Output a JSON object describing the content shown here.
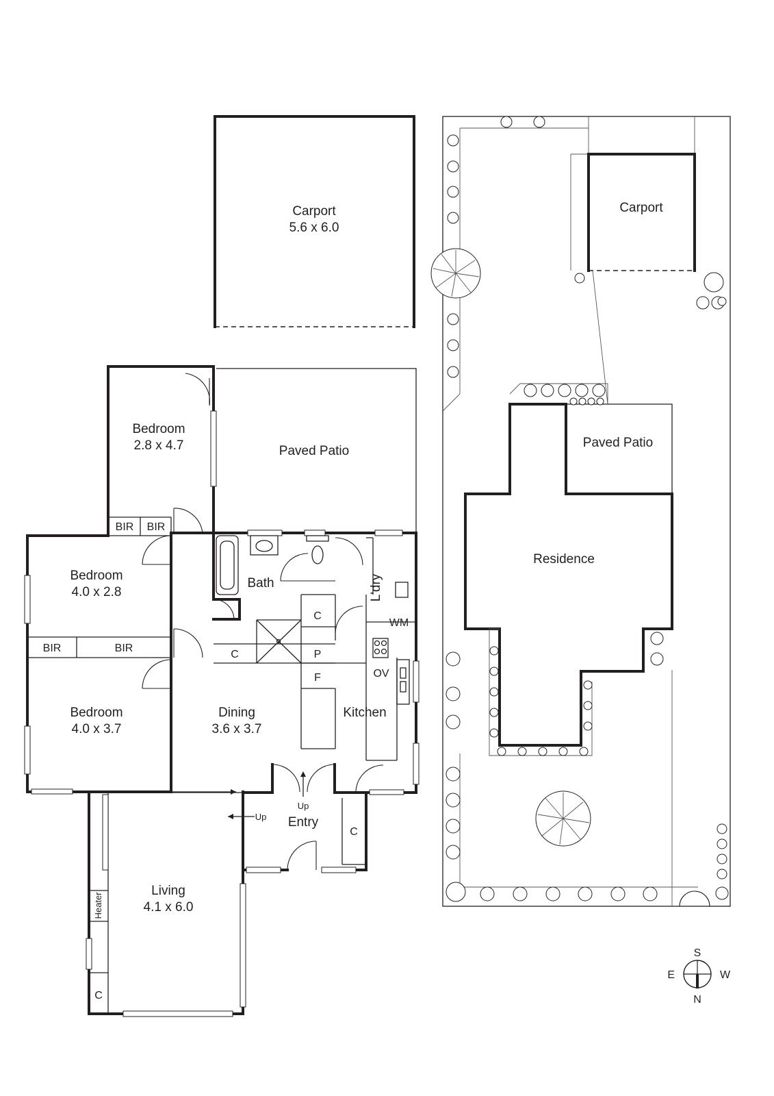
{
  "floor_plan": {
    "rooms": {
      "carport": {
        "name": "Carport",
        "size": "5.6 x 6.0"
      },
      "bedroom1": {
        "name": "Bedroom",
        "size": "2.8 x 4.7"
      },
      "paved_patio": {
        "name": "Paved Patio"
      },
      "bedroom2": {
        "name": "Bedroom",
        "size": "4.0 x 2.8"
      },
      "bedroom3": {
        "name": "Bedroom",
        "size": "4.0 x 3.7"
      },
      "bath": {
        "name": "Bath"
      },
      "laundry": {
        "name": "L'dry"
      },
      "dining": {
        "name": "Dining",
        "size": "3.6 x 3.7"
      },
      "kitchen": {
        "name": "Kitchen"
      },
      "entry": {
        "name": "Entry"
      },
      "living": {
        "name": "Living",
        "size": "4.1 x 6.0"
      }
    },
    "fixtures": {
      "bir": "BIR",
      "cupboard": "C",
      "pantry": "P",
      "fridge": "F",
      "oven": "OV",
      "washing_machine": "WM",
      "heater": "Heater",
      "up": "Up"
    }
  },
  "site_plan": {
    "carport": "Carport",
    "paved_patio": "Paved Patio",
    "residence": "Residence"
  },
  "compass": {
    "north": "N",
    "south": "S",
    "east": "E",
    "west": "W"
  }
}
